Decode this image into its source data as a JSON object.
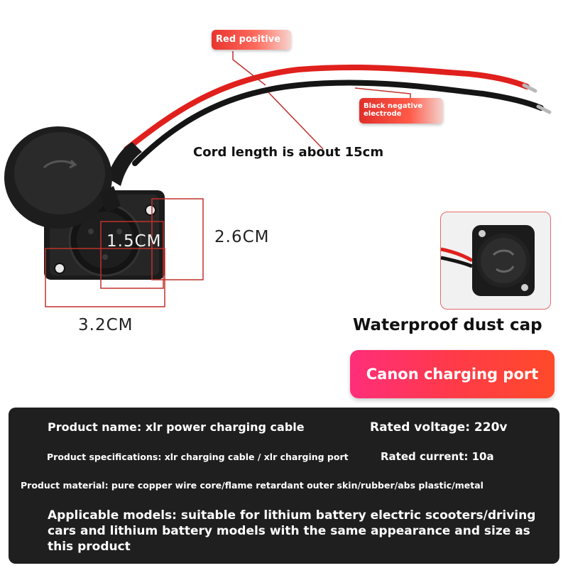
{
  "callouts": {
    "red_positive": "Red positive",
    "black_negative_line1": "Black negative",
    "black_negative_line2": "electrode"
  },
  "cord_length": "Cord length is about 15cm",
  "dimensions": {
    "inner": "1.5CM",
    "height": "2.6CM",
    "width": "3.2CM"
  },
  "dust_cap_caption": "Waterproof dust cap",
  "port_label": "Canon charging port",
  "specs": {
    "product_name": "Product name: xlr power charging cable",
    "rated_voltage": "Rated voltage: 220v",
    "product_specifications": "Product specifications: xlr charging cable / xlr charging port",
    "rated_current": "Rated current: 10a",
    "product_material": "Product material: pure copper wire core/flame retardant outer skin/rubber/abs plastic/metal",
    "applicable_models": "Applicable models: suitable for lithium battery electric scooters/driving cars and lithium battery models with the same appearance and size as this product"
  },
  "colors": {
    "accent_red": "#e8342f",
    "panel_bg": "#1f1f1f",
    "wire_red": "#e0201c",
    "wire_black": "#111111"
  }
}
